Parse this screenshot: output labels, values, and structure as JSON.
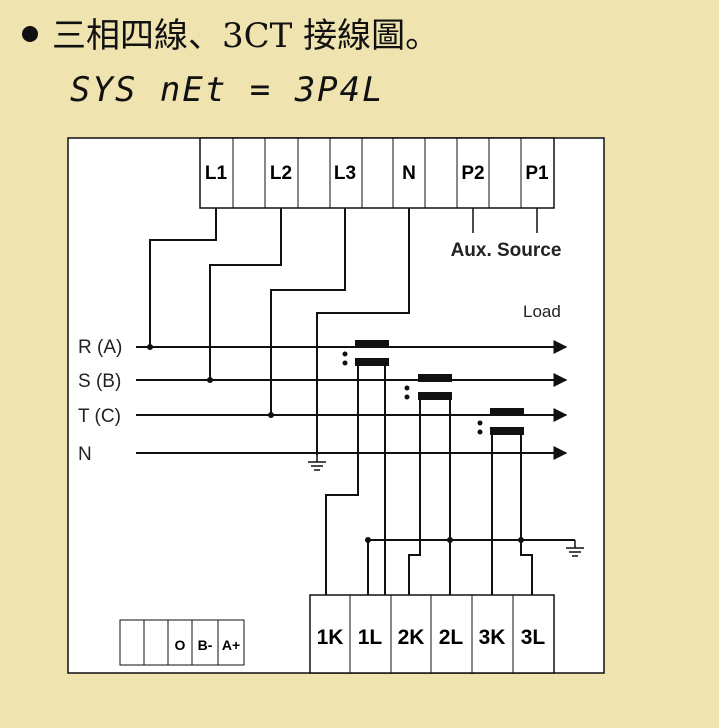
{
  "title": "三相四線、3CT 接線圖。",
  "display_setting": "SYS nEt = 3P4L",
  "top_terminals": [
    "L1",
    "L2",
    "L3",
    "N",
    "P2",
    "P1"
  ],
  "aux_source_label": "Aux. Source",
  "load_label": "Load",
  "phase_lines": [
    "R (A)",
    "S (B)",
    "T (C)",
    "N"
  ],
  "ct_terminals": [
    "1K",
    "1L",
    "2K",
    "2L",
    "3K",
    "3L"
  ],
  "comm_terminals": [
    "O",
    "B-",
    "A+"
  ]
}
